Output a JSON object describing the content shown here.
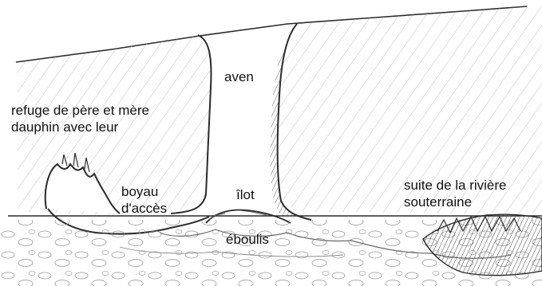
{
  "colors": {
    "ink": "#2a2a2a",
    "hatch": "#9a9a9a",
    "shadow": "#555555",
    "paper": "#ffffff"
  },
  "labels": {
    "refuge": {
      "line1": "refuge de père et mère",
      "line2": "dauphin  avec leur"
    },
    "aven": "aven",
    "boyau": {
      "line1": "boyau",
      "line2": "d'accès"
    },
    "ilot": "îlot",
    "eboulis": "éboulis",
    "suite": {
      "line1": "suite de la rivière",
      "line2": "souterraine"
    }
  }
}
